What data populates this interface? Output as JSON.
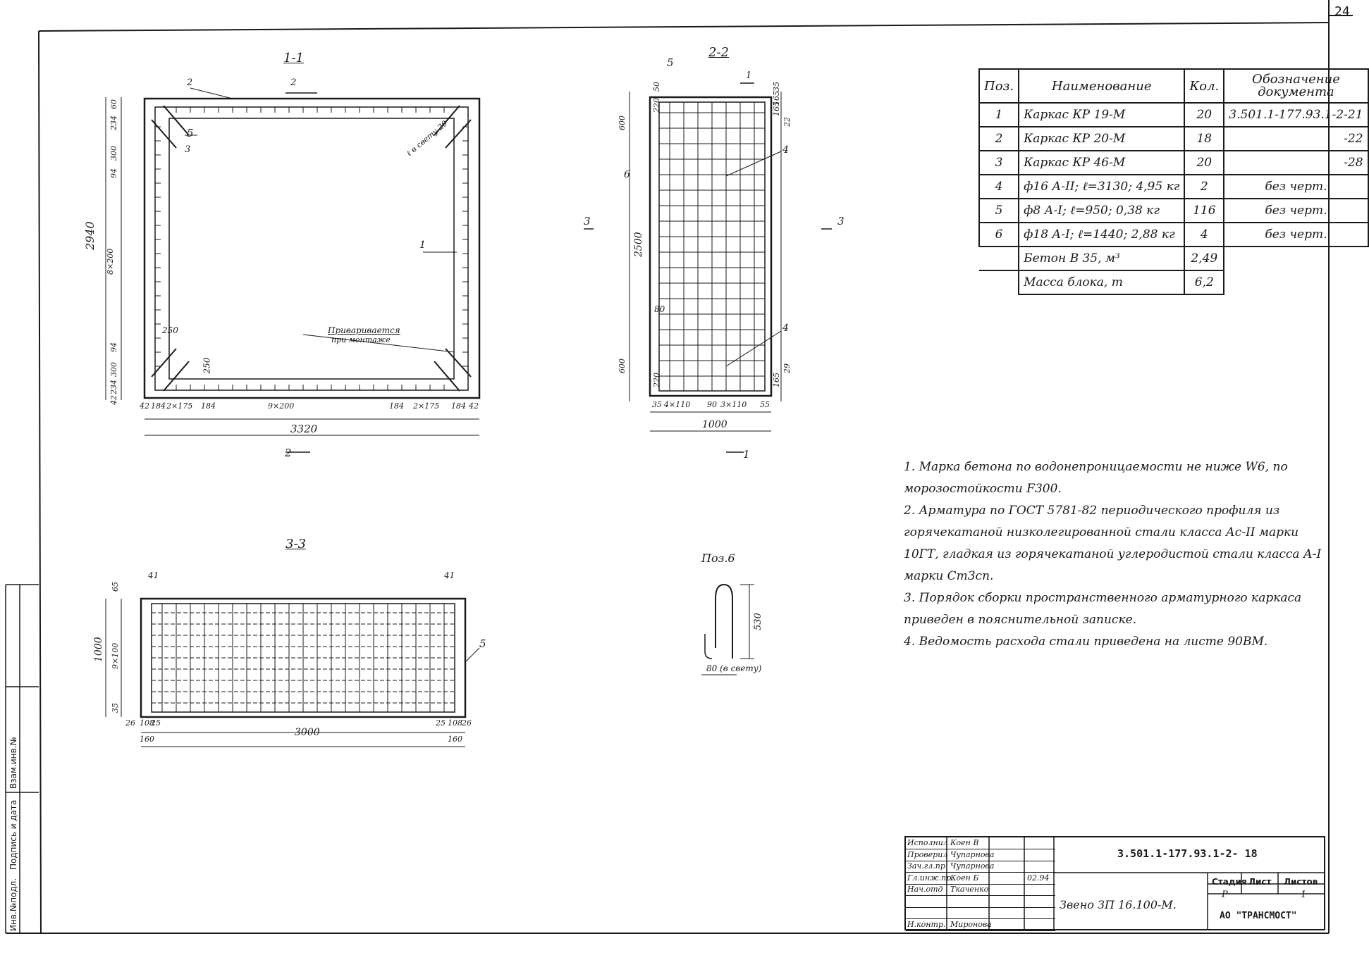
{
  "sheet": {
    "sheet_number": "24",
    "section_11": "1-1",
    "section_22": "2-2",
    "section_33": "3-3",
    "pos6_title": "Поз.6"
  },
  "section_11": {
    "top_dims": [
      "60",
      "234",
      "300",
      "94",
      "8×200",
      "94",
      "300",
      "234",
      "42"
    ],
    "height_total": "2940",
    "bottom_dims": [
      "42",
      "184",
      "2×175",
      "184",
      "9×200",
      "184",
      "2×175",
      "184",
      "42"
    ],
    "width_total": "3320",
    "callout_2": "2",
    "callout_5": "5",
    "callout_3": "3",
    "callout_1": "1",
    "dim_250_a": "250",
    "dim_250_b": "250",
    "clear_note": "ℓ в свету 20",
    "welded_note_1": "Приваривается",
    "welded_note_2": "при монтаже",
    "cut_mark_top": "2",
    "cut_mark_bottom": "2"
  },
  "section_22": {
    "callout_5": "5",
    "callout_6": "6",
    "callout_4_top": "4",
    "callout_4_bottom": "4",
    "top_dims": [
      "50",
      "220",
      "600",
      "165",
      "35"
    ],
    "right_dims": [
      "165",
      "22"
    ],
    "height": "2500",
    "dim_80": "80",
    "bottom_left": [
      "600",
      "220"
    ],
    "bottom_right": [
      "165",
      "29"
    ],
    "bottom_dims": [
      "35",
      "4×110",
      "90",
      "3×110",
      "55"
    ],
    "width_total": "1000",
    "cut_mark_top": "1",
    "cut_mark_bottom": "1",
    "cut_left": "3",
    "cut_right": "3"
  },
  "section_33": {
    "dim_41_l": "41",
    "dim_41_r": "41",
    "dim_65": "65",
    "dim_1000": "1000",
    "dim_9x100": "9×100",
    "dim_35": "35",
    "callout_5": "5",
    "bottom_l": [
      "26",
      "108",
      "25"
    ],
    "bottom_r": [
      "25",
      "108",
      "26"
    ],
    "dim_160_l": "160",
    "dim_3000": "3000",
    "dim_160_r": "160"
  },
  "pos6": {
    "height": "530",
    "width_note": "80 (в свету)"
  },
  "spec_table": {
    "headers": [
      "Поз.",
      "Наименование",
      "Кол.",
      "Обозначение документа"
    ],
    "rows": [
      {
        "pos": "1",
        "name": "Каркас КР 19-М",
        "qty": "20",
        "doc": "3.501.1-177.93.1-2-21"
      },
      {
        "pos": "2",
        "name": "Каркас КР 20-М",
        "qty": "18",
        "doc": "-22"
      },
      {
        "pos": "3",
        "name": "Каркас КР 46-М",
        "qty": "20",
        "doc": "-28"
      },
      {
        "pos": "4",
        "name": "ф16 А-II; ℓ=3130; 4,95 кг",
        "qty": "2",
        "doc": "без черт."
      },
      {
        "pos": "5",
        "name": "ф8 А-I; ℓ=950; 0,38 кг",
        "qty": "116",
        "doc": "без черт."
      },
      {
        "pos": "6",
        "name": "ф18 А-I; ℓ=1440; 2,88 кг",
        "qty": "4",
        "doc": "без черт."
      },
      {
        "pos": "",
        "name": "Бетон В 35, м³",
        "qty": "2,49",
        "doc": ""
      },
      {
        "pos": "",
        "name": "Масса блока, т",
        "qty": "6,2",
        "doc": ""
      }
    ]
  },
  "notes": [
    "1. Марка бетона по водонепроницаемости не ниже W6, по морозостойкости F300.",
    "2. Арматура по ГОСТ 5781-82 периодического профиля из горячекатаной низколегированной стали класса Ас-II марки 10ГТ, гладкая из горячекатаной углеродистой стали класса А-I марки Ст3сп.",
    "3. Порядок сборки пространственного арматурного каркаса приведен в пояснительной записке.",
    "4. Ведомость расхода стали приведена на листе 90ВМ."
  ],
  "title_block": {
    "roles": [
      {
        "role": "Исполнил",
        "name": "Коен В",
        "date": ""
      },
      {
        "role": "Проверил",
        "name": "Чупарнова",
        "date": ""
      },
      {
        "role": "Зач.гл.пр",
        "name": "Чупарнова",
        "date": ""
      },
      {
        "role": "Гл.инж.пр.",
        "name": "Коен Б",
        "date": "02.94"
      },
      {
        "role": "Нач.отд",
        "name": "Ткаченко",
        "date": ""
      },
      {
        "role": "",
        "name": "",
        "date": ""
      },
      {
        "role": "",
        "name": "",
        "date": ""
      },
      {
        "role": "Н.контр.",
        "name": "Миронова",
        "date": ""
      }
    ],
    "code": "3.501.1-177.93.1-2- 18",
    "object_name": "Звено ЗП 16.100-М.",
    "stage_h": "Стадия",
    "sheet_h": "Лист",
    "sheets_h": "Листов",
    "stage_v": "Р",
    "sheet_v": "",
    "sheets_v": "1",
    "org": "АО \"ТРАНСМОСТ\""
  },
  "side_stamp": {
    "labels": [
      "Инв.№подл.",
      "Подпись и дата",
      "Взам.инв.№"
    ]
  },
  "colors": {
    "ink": "#1a1a1a",
    "paper": "#ffffff"
  }
}
